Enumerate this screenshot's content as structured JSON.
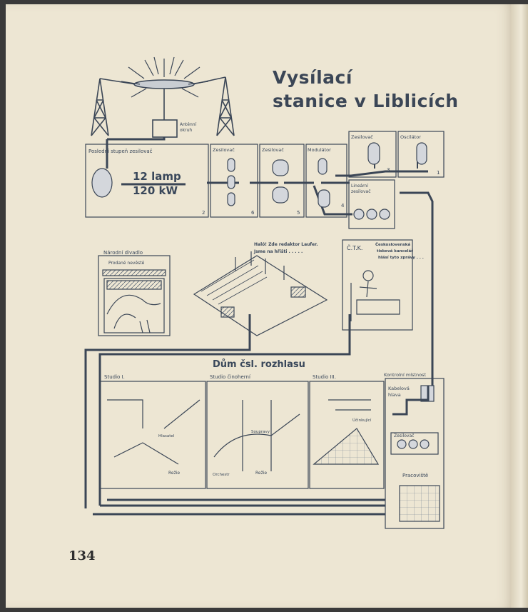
{
  "title": {
    "line1": "Vysílací",
    "line2": "stanice v Liblicích"
  },
  "page_number": "134",
  "transmitter": {
    "antenna_box": [
      "Anténní",
      "okruh"
    ],
    "final_amp": "Poslední stupeň zesilovač",
    "lamps": "12 lamp",
    "power": "120 kW",
    "amp1": "Zesilovač",
    "amp2": "Zesilovač",
    "modulator": "Modulátor",
    "amp3": "Zesilovač",
    "oscillator": "Oscilátor",
    "linear_amp": [
      "Lineární",
      "zesilovač"
    ],
    "n2": "2",
    "n6": "6",
    "n5": "5",
    "n4": "4",
    "n3": "3",
    "n1": "1"
  },
  "theatre": {
    "label": "Národní divadlo",
    "subtitle": "Prodané nevěstě"
  },
  "stadium": {
    "speech": [
      "Haló! Zde redaktor Laufer.",
      "Jsme na hřišti . . . . ."
    ]
  },
  "ctk": {
    "label": "Č.T.K.",
    "speech": [
      "Československá",
      "tisková kancelář",
      "hlásí tyto zprávy . . ."
    ]
  },
  "house": {
    "label": "Dům čsl. rozhlasu",
    "studio1": "Studio I.",
    "studio2": "Studio činoherní",
    "studio3": "Studio III.",
    "control": "Kontrolní místnost",
    "cable_head": [
      "Kabelová",
      "hlava"
    ],
    "amp": "Zesilovač",
    "pracoviste": "Pracoviště",
    "rezie": "Režie",
    "rezie2": "Režie",
    "hlasatel": "Hlasatel",
    "soupravy": "Soupravy",
    "orchestr": "Orchestr",
    "ucinkujici": "Účinkující"
  }
}
